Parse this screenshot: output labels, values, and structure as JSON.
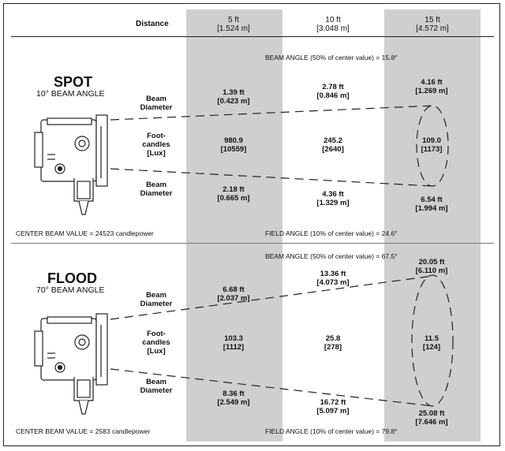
{
  "header": {
    "distance_label": "Distance",
    "columns": [
      {
        "ft": "5 ft",
        "m": "[1.524 m]"
      },
      {
        "ft": "10 ft",
        "m": "[3.048 m]"
      },
      {
        "ft": "15 ft",
        "m": "[4.572 m]"
      }
    ]
  },
  "spot": {
    "title": "SPOT",
    "subtitle": "10° BEAM ANGLE",
    "beam_angle_note": "BEAM ANGLE (50% of center value) = 15.8°",
    "field_angle_note": "FIELD ANGLE (10% of center value) = 24.6°",
    "center_beam": "CENTER BEAM VALUE = 24523 candlepower",
    "labels": {
      "beam_top_1": "Beam",
      "beam_top_2": "Diameter",
      "fc_1": "Foot-",
      "fc_2": "candles",
      "fc_3": "[Lux]",
      "beam_bot_1": "Beam",
      "beam_bot_2": "Diameter"
    },
    "beam_top": [
      {
        "ft": "1.39 ft",
        "m": "[0.423 m]"
      },
      {
        "ft": "2.78 ft",
        "m": "[0.846 m]"
      },
      {
        "ft": "4.16 ft",
        "m": "[1.269 m]"
      }
    ],
    "footcandles": [
      {
        "fc": "980.9",
        "lux": "[10559]"
      },
      {
        "fc": "245.2",
        "lux": "[2640]"
      },
      {
        "fc": "109.0",
        "lux": "[1173]"
      }
    ],
    "beam_bot": [
      {
        "ft": "2.18 ft",
        "m": "[0.665 m]"
      },
      {
        "ft": "4.36 ft",
        "m": "[1.329 m]"
      },
      {
        "ft": "6.54 ft",
        "m": "[1.994 m]"
      }
    ]
  },
  "flood": {
    "title": "FLOOD",
    "subtitle": "70° BEAM ANGLE",
    "beam_angle_note": "BEAM ANGLE (50% of center value) = 67.5°",
    "field_angle_note": "FIELD ANGLE (10% of center value) = 79.8°",
    "center_beam": "CENTER BEAM VALUE = 2583 candlepower",
    "labels": {
      "beam_top_1": "Beam",
      "beam_top_2": "Diameter",
      "fc_1": "Foot-",
      "fc_2": "candles",
      "fc_3": "[Lux]",
      "beam_bot_1": "Beam",
      "beam_bot_2": "Diameter"
    },
    "beam_top": [
      {
        "ft": "6.68 ft",
        "m": "[2.037 m]"
      },
      {
        "ft": "13.36 ft",
        "m": "[4.073 m]"
      },
      {
        "ft": "20.05 ft",
        "m": "[6.110 m]"
      }
    ],
    "footcandles": [
      {
        "fc": "103.3",
        "lux": "[1112]"
      },
      {
        "fc": "25.8",
        "lux": "[278]"
      },
      {
        "fc": "11.5",
        "lux": "[124]"
      }
    ],
    "beam_bot": [
      {
        "ft": "8.36 ft",
        "m": "[2.549 m]"
      },
      {
        "ft": "16.72 ft",
        "m": "[5.097 m]"
      },
      {
        "ft": "25.08 ft",
        "m": "[7.646 m]"
      }
    ]
  },
  "colors": {
    "band": "#cfcfcf",
    "line": "#222222"
  }
}
